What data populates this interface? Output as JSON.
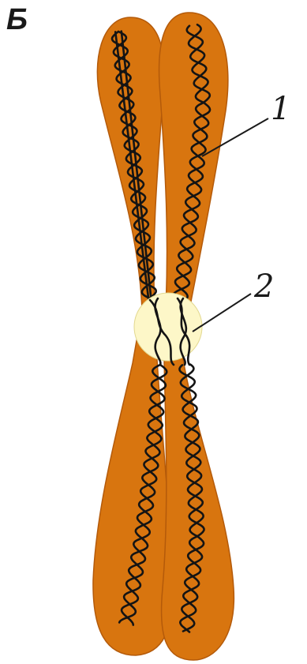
{
  "panel_letter": "Б",
  "callouts": [
    {
      "number": "1"
    },
    {
      "number": "2"
    }
  ],
  "colors": {
    "chromatid_fill": "#d8750f",
    "chromatid_edge": "#b45a0a",
    "centromere_fill": "#fdf7c8",
    "dna_strand": "#141414"
  }
}
